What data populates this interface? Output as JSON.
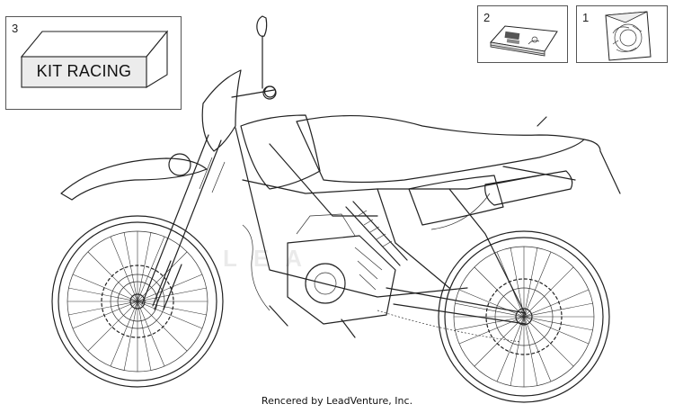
{
  "insets": [
    {
      "number": "3",
      "label": "KIT RACING"
    },
    {
      "number": "2"
    },
    {
      "number": "1"
    }
  ],
  "watermark": "LEA",
  "footer": "Rencered by LeadVenture, Inc.",
  "icons": [
    "motorcycle-diagram-icon",
    "kit-box-icon",
    "manual-booklet-icon",
    "decal-sheet-icon"
  ]
}
